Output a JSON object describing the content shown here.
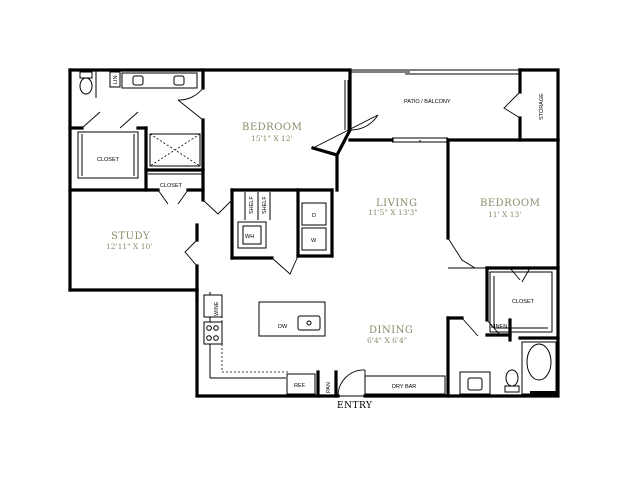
{
  "rooms": {
    "bedroom1": {
      "name": "BEDROOM",
      "dim": "15'1\" X 12'"
    },
    "bedroom2": {
      "name": "BEDROOM",
      "dim": "11' X 13'"
    },
    "living": {
      "name": "LIVING",
      "dim": "11'5\" X 13'3\""
    },
    "study": {
      "name": "STUDY",
      "dim": "12'11\" X 10'"
    },
    "dining": {
      "name": "DINING",
      "dim": "6'4\" X 6'4\""
    }
  },
  "labels": {
    "patio": "PATIO / BALCONY",
    "storage": "STORAGE",
    "closet": "CLOSET",
    "lin": "LIN",
    "linen": "LINEN",
    "shelf": "SHELF",
    "wh": "WH",
    "d": "D",
    "w": "W",
    "dw": "DW",
    "wine": "WINE",
    "ref": "REF.",
    "pan": "PAN",
    "dry_bar": "DRY BAR",
    "entry": "ENTRY"
  }
}
